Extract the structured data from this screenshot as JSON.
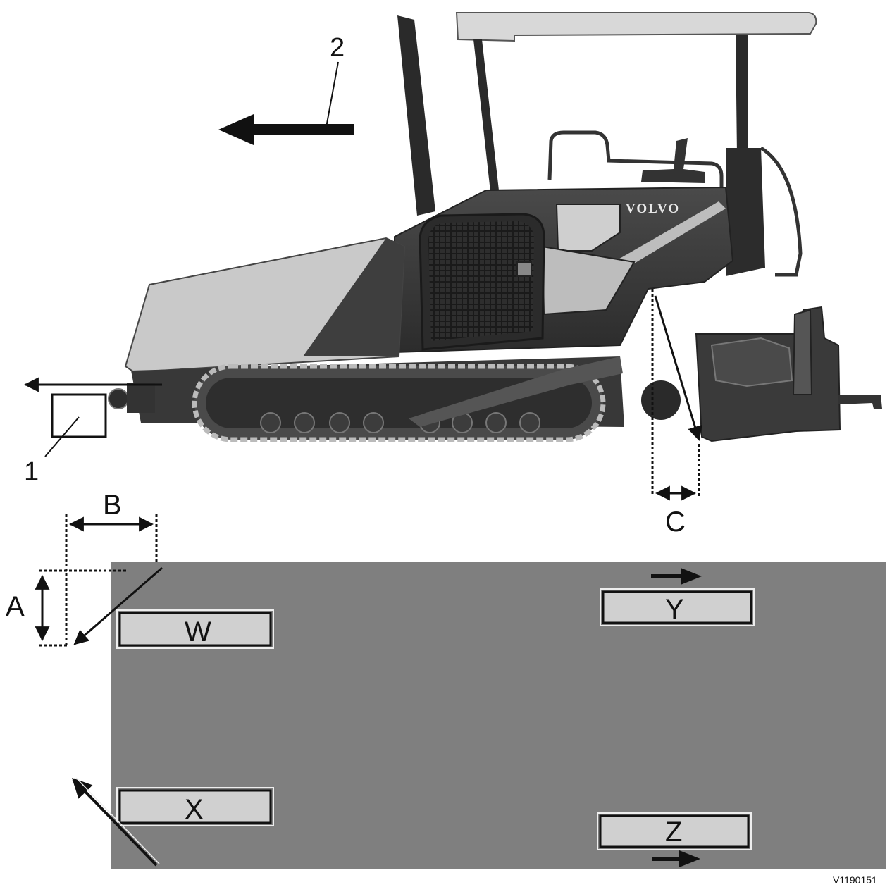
{
  "diagram": {
    "callouts": {
      "one": "1",
      "two": "2"
    },
    "dimensions": {
      "a": "A",
      "b": "B",
      "c": "C"
    },
    "markers": {
      "w": "W",
      "x": "X",
      "y": "Y",
      "z": "Z"
    },
    "brand": "VOLVO",
    "figure_code": "V1190151"
  },
  "colors": {
    "road_surface": "#7f7f7f",
    "marker_fill": "#d0d0d0",
    "machine_dark": "#3a3a3a",
    "hopper_light": "#c8c8c8",
    "ink": "#111111"
  }
}
